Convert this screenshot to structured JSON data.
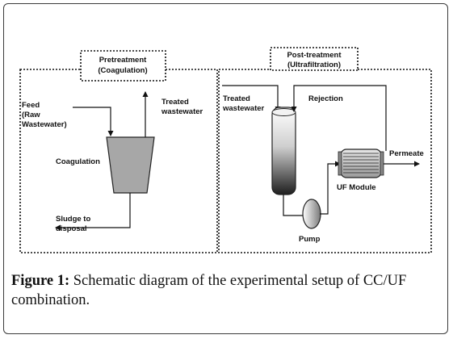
{
  "diagram": {
    "pretreatment_title": [
      "Pretreatment",
      "(Coagulation)"
    ],
    "posttreatment_title": [
      "Post-treatment",
      "(Ultrafiltration)"
    ],
    "feed_label": [
      "Feed",
      "(Raw",
      "Wastewater)"
    ],
    "coagulation_label": "Coagulation",
    "sludge_label": [
      "Sludge to",
      "disposal"
    ],
    "treated_water_label": [
      "Treated",
      "wastewater"
    ],
    "treated_wastewater_label": [
      "Treated",
      "wastewater"
    ],
    "rejection_label": "Rejection",
    "permeate_label": "Permeate",
    "uf_module_label": "UF Module",
    "pump_label": "Pump"
  },
  "caption": {
    "figure_label": "Figure 1:",
    "text": " Schematic diagram of the experimental setup of CC/UF combination."
  }
}
